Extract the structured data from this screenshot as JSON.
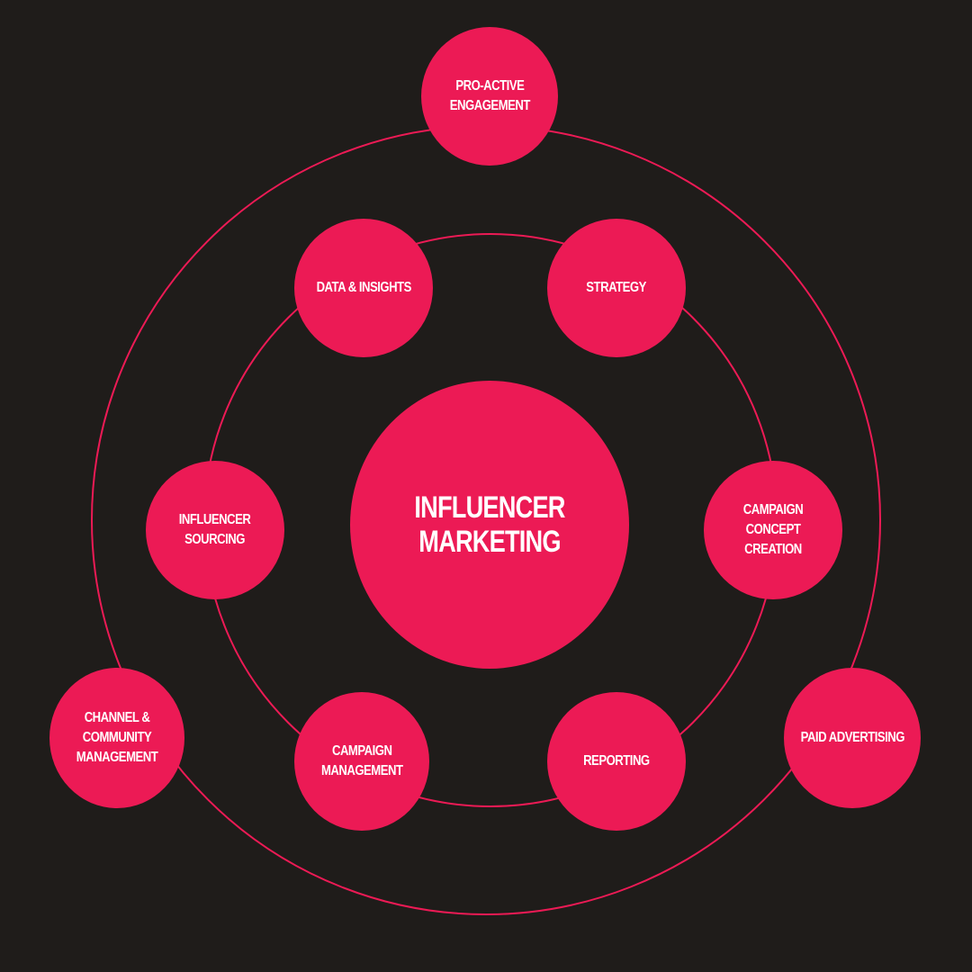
{
  "colors": {
    "background": "#1f1c1a",
    "accent": "#ec1a55",
    "text": "#ffffff"
  },
  "center": {
    "label": "INFLUENCER MARKETING"
  },
  "inner_ring": {
    "nodes": [
      {
        "id": "data-insights",
        "label": "DATA & INSIGHTS"
      },
      {
        "id": "strategy",
        "label": "STRATEGY"
      },
      {
        "id": "campaign-concept-creation",
        "label": "CAMPAIGN CONCEPT\nCREATION"
      },
      {
        "id": "reporting",
        "label": "REPORTING"
      },
      {
        "id": "campaign-management",
        "label": "CAMPAIGN\nMANAGEMENT"
      },
      {
        "id": "influencer-sourcing",
        "label": "INFLUENCER\nSOURCING"
      }
    ]
  },
  "outer_ring": {
    "nodes": [
      {
        "id": "pro-active-engagement",
        "label": "PRO-ACTIVE\nENGAGEMENT"
      },
      {
        "id": "paid-advertising",
        "label": "PAID ADVERTISING"
      },
      {
        "id": "channel-community-management",
        "label": "CHANNEL & COMMUNITY\nMANAGEMENT"
      }
    ]
  }
}
